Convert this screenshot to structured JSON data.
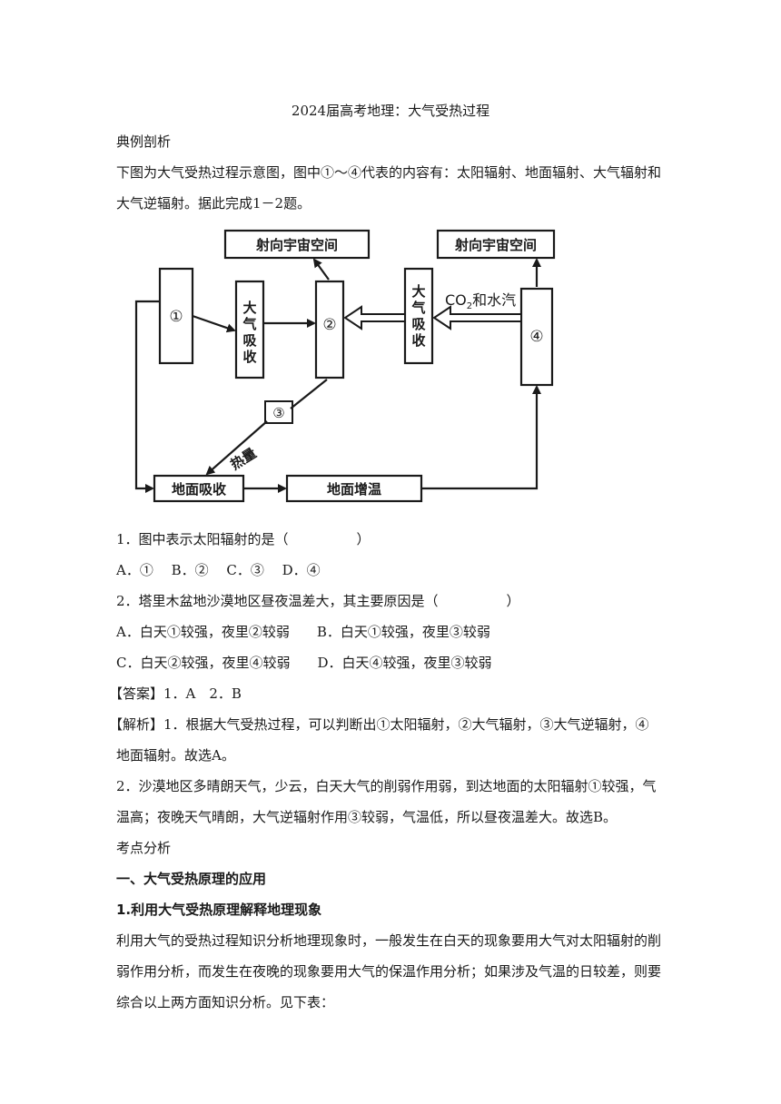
{
  "title": "2024届高考地理：大气受热过程",
  "section_example": "典例剖析",
  "intro": {
    "line1": "下图为大气受热过程示意图，图中①～④代表的内容有：太阳辐射、地面辐射、大气辐射和",
    "line2": "大气逆辐射。据此完成1－2题。"
  },
  "diagram": {
    "space_left": "射向宇宙空间",
    "space_right": "射向宇宙空间",
    "node1": "①",
    "node2": "②",
    "node3": "③",
    "node4": "④",
    "absorb_left": [
      "大",
      "气",
      "吸",
      "收"
    ],
    "absorb_right": [
      "大",
      "气",
      "吸",
      "收"
    ],
    "co2_prefix": "CO",
    "co2_sub": "2",
    "co2_suffix": "和水汽",
    "heat": "热量",
    "ground_absorb": "地面吸收",
    "ground_warm": "地面增温"
  },
  "questions": {
    "q1": "1．图中表示太阳辐射的是（　　　　　）",
    "q1_options": "A．①　 B．②　 C．③　 D．④",
    "q2": "2．塔里木盆地沙漠地区昼夜温差大，其主要原因是（　　　　　）",
    "q2_options_ab": "A．白天①较强，夜里②较弱　　B．白天①较强，夜里③较弱",
    "q2_options_cd": "C．白天②较强，夜里④较弱　　D．白天④较强，夜里③较弱"
  },
  "answer": "【答案】1．A　2．B",
  "analysis": {
    "line1": "【解析】1．根据大气受热过程，可以判断出①太阳辐射，②大气辐射，③大气逆辐射，④",
    "line2": "地面辐射。故选A。",
    "line3": "2．沙漠地区多晴朗天气，少云，白天大气的削弱作用弱，到达地面的太阳辐射①较强，气",
    "line4": "温高；夜晚天气晴朗，大气逆辐射作用③较弱，气温低，所以昼夜温差大。故选B。"
  },
  "section_points": "考点分析",
  "heading1": "一、大气受热原理的应用",
  "heading2": "1.利用大气受热原理解释地理现象",
  "body": {
    "line1": "利用大气的受热过程知识分析地理现象时，一般发生在白天的现象要用大气对太阳辐射的削",
    "line2": "弱作用分析，而发生在夜晚的现象要用大气的保温作用分析；如果涉及气温的日较差，则要",
    "line3": "综合以上两方面知识分析。见下表："
  }
}
